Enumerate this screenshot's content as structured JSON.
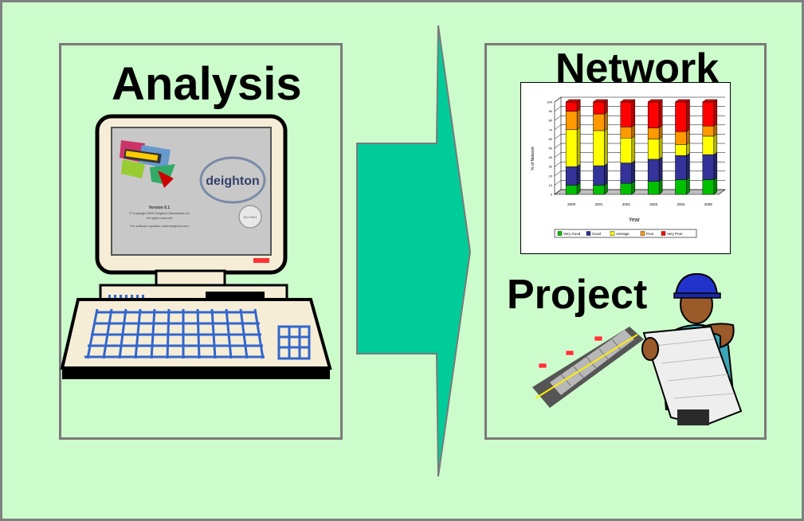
{
  "colors": {
    "background": "#ccfccc",
    "border": "#808080",
    "arrow": "#00cc99"
  },
  "analysis": {
    "title": "Analysis",
    "monitor": {
      "brand": "deighton",
      "version": "Version 6.1",
      "copyright_line1": "© Copyright 2005 Deighton Associates Ltd",
      "copyright_line2": "All rights reserved",
      "update_text": "For software updates: www.deighton.com",
      "seal": "ISO 9001"
    }
  },
  "network": {
    "title": "Network",
    "chart_data": {
      "type": "bar",
      "stacked": true,
      "categories": [
        "2000",
        "2001",
        "2002",
        "2003",
        "2004",
        "2005"
      ],
      "xlabel": "Year",
      "ylabel": "% of Network",
      "ylim": [
        0,
        100
      ],
      "yticks": [
        "0",
        "10",
        "20",
        "30",
        "40",
        "50",
        "60",
        "70",
        "80",
        "90",
        "100"
      ],
      "grid": true,
      "legend_position": "bottom",
      "series": [
        {
          "name": "Very Good",
          "color": "#00c000",
          "values": [
            10,
            10,
            12,
            14,
            16,
            16
          ]
        },
        {
          "name": "Good",
          "color": "#333399",
          "values": [
            20,
            21,
            22,
            24,
            26,
            27
          ]
        },
        {
          "name": "Average",
          "color": "#ffff00",
          "values": [
            40,
            38,
            27,
            22,
            12,
            20
          ]
        },
        {
          "name": "Poor",
          "color": "#ff9900",
          "values": [
            20,
            18,
            12,
            12,
            14,
            11
          ]
        },
        {
          "name": "Very Poor",
          "color": "#ff0000",
          "values": [
            10,
            13,
            27,
            28,
            32,
            26
          ]
        }
      ]
    }
  },
  "project": {
    "title": "Project"
  }
}
